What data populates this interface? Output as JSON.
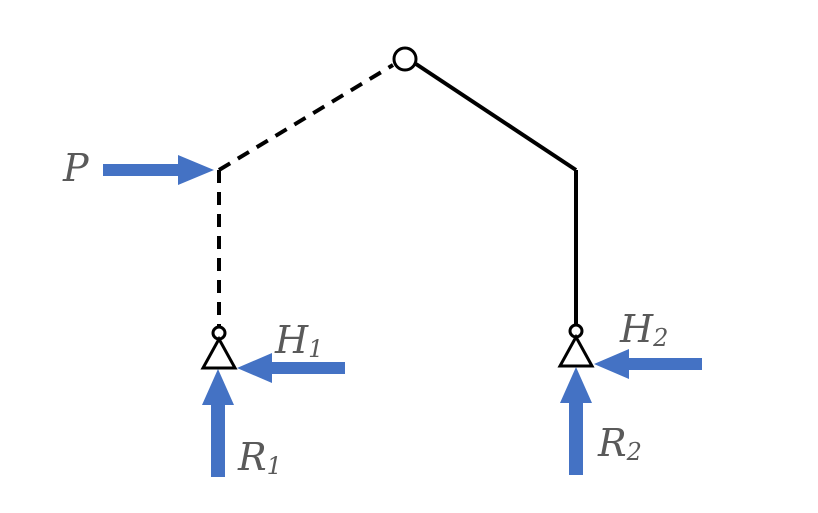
{
  "colors": {
    "frame": "#000000",
    "force": "#4472c4",
    "label": "#5a5a5a"
  },
  "labels": {
    "P": {
      "main": "P",
      "sub": ""
    },
    "H1": {
      "main": "H",
      "sub": "1"
    },
    "R1": {
      "main": "R",
      "sub": "1"
    },
    "H2": {
      "main": "H",
      "sub": "2"
    },
    "R2": {
      "main": "R",
      "sub": "2"
    }
  }
}
